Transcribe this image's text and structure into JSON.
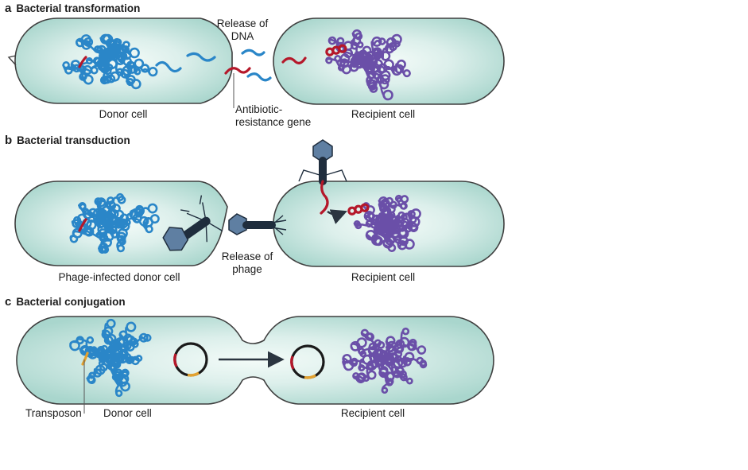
{
  "panels": [
    {
      "letter": "a",
      "title": "Bacterial transformation",
      "release_label": "Release of DNA",
      "gene_label": "Antibiotic-resistance gene",
      "donor_label": "Donor cell",
      "recipient_label": "Recipient cell"
    },
    {
      "letter": "b",
      "title": "Bacterial transduction",
      "release_label": "Release of phage",
      "donor_label": "Phage-infected donor cell",
      "recipient_label": "Recipient cell"
    },
    {
      "letter": "c",
      "title": "Bacterial conjugation",
      "transposon_label": "Transposon",
      "donor_label": "Donor cell",
      "recipient_label": "Recipient cell"
    }
  ],
  "colors": {
    "cell_fill": "#c9e7e1",
    "cell_center": "#f3fbf8",
    "cell_stroke": "#3f3f3f",
    "donor_dna": "#2a86c8",
    "recipient_dna": "#6a4fa8",
    "gene": "#b5182a",
    "transposon": "#e3a230",
    "phage": "#243a52",
    "phage_head": "#5f7fa2"
  }
}
